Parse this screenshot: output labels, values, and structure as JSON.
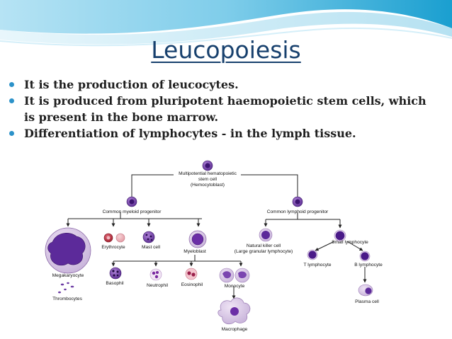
{
  "slide": {
    "title": "Leucopoiesis",
    "bullets": [
      "It is the production of leucocytes.",
      "It is produced from pluripotent haemopoietic stem cells, which is present in the bone marrow.",
      "Differentiation of lymphocytes  - in the lymph tissue."
    ]
  },
  "diagram": {
    "root": [
      "Multipotential hematopoietic",
      "stem cell",
      "(Hemocytoblast)"
    ],
    "myeloid_progenitor": "Common myeloid progenitor",
    "lymphoid_progenitor": "Common lymphoid progenitor",
    "erythrocyte": "Erythrocyte",
    "mast_cell": "Mast cell",
    "myeloblast": "Myeloblast",
    "megakaryocyte": "Megakaryocyte",
    "thrombocytes": "Thrombocytes",
    "basophil": "Basophil",
    "neutrophil": "Neutrophil",
    "eosinophil": "Eosinophil",
    "monocyte": "Monocyte",
    "macrophage": "Macrophage",
    "nk_cell": [
      "Natural killer cell",
      "(Large granular lymphocyte)"
    ],
    "small_lymphocyte": "Small lymphocyte",
    "t_lymphocyte": "T lymphocyte",
    "b_lymphocyte": "B lymphocyte",
    "plasma_cell": "Plasma cell"
  },
  "colors": {
    "title": "#17406d",
    "bullet": "#2c92c9",
    "banner_top": "#1a9fd0",
    "banner_light": "#bfe7f5"
  }
}
